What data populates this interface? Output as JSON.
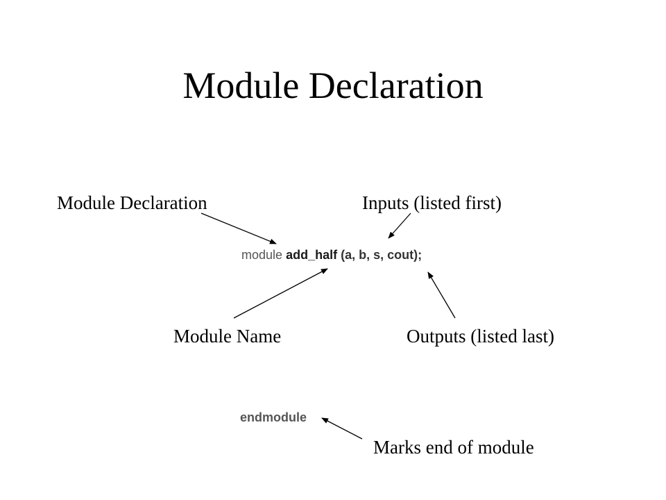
{
  "slide": {
    "title": "Module Declaration"
  },
  "labels": {
    "module_declaration": "Module Declaration",
    "inputs": "Inputs (listed first)",
    "module_name": "Module Name",
    "outputs": "Outputs (listed last)",
    "end_marker": "Marks end of module"
  },
  "code": {
    "keyword": "module",
    "module_name": "add_half",
    "port_list": "(a, b, s, cout);",
    "end_keyword": "endmodule"
  },
  "colors": {
    "background": "#ffffff",
    "text": "#000000",
    "code_keyword": "#555555"
  }
}
